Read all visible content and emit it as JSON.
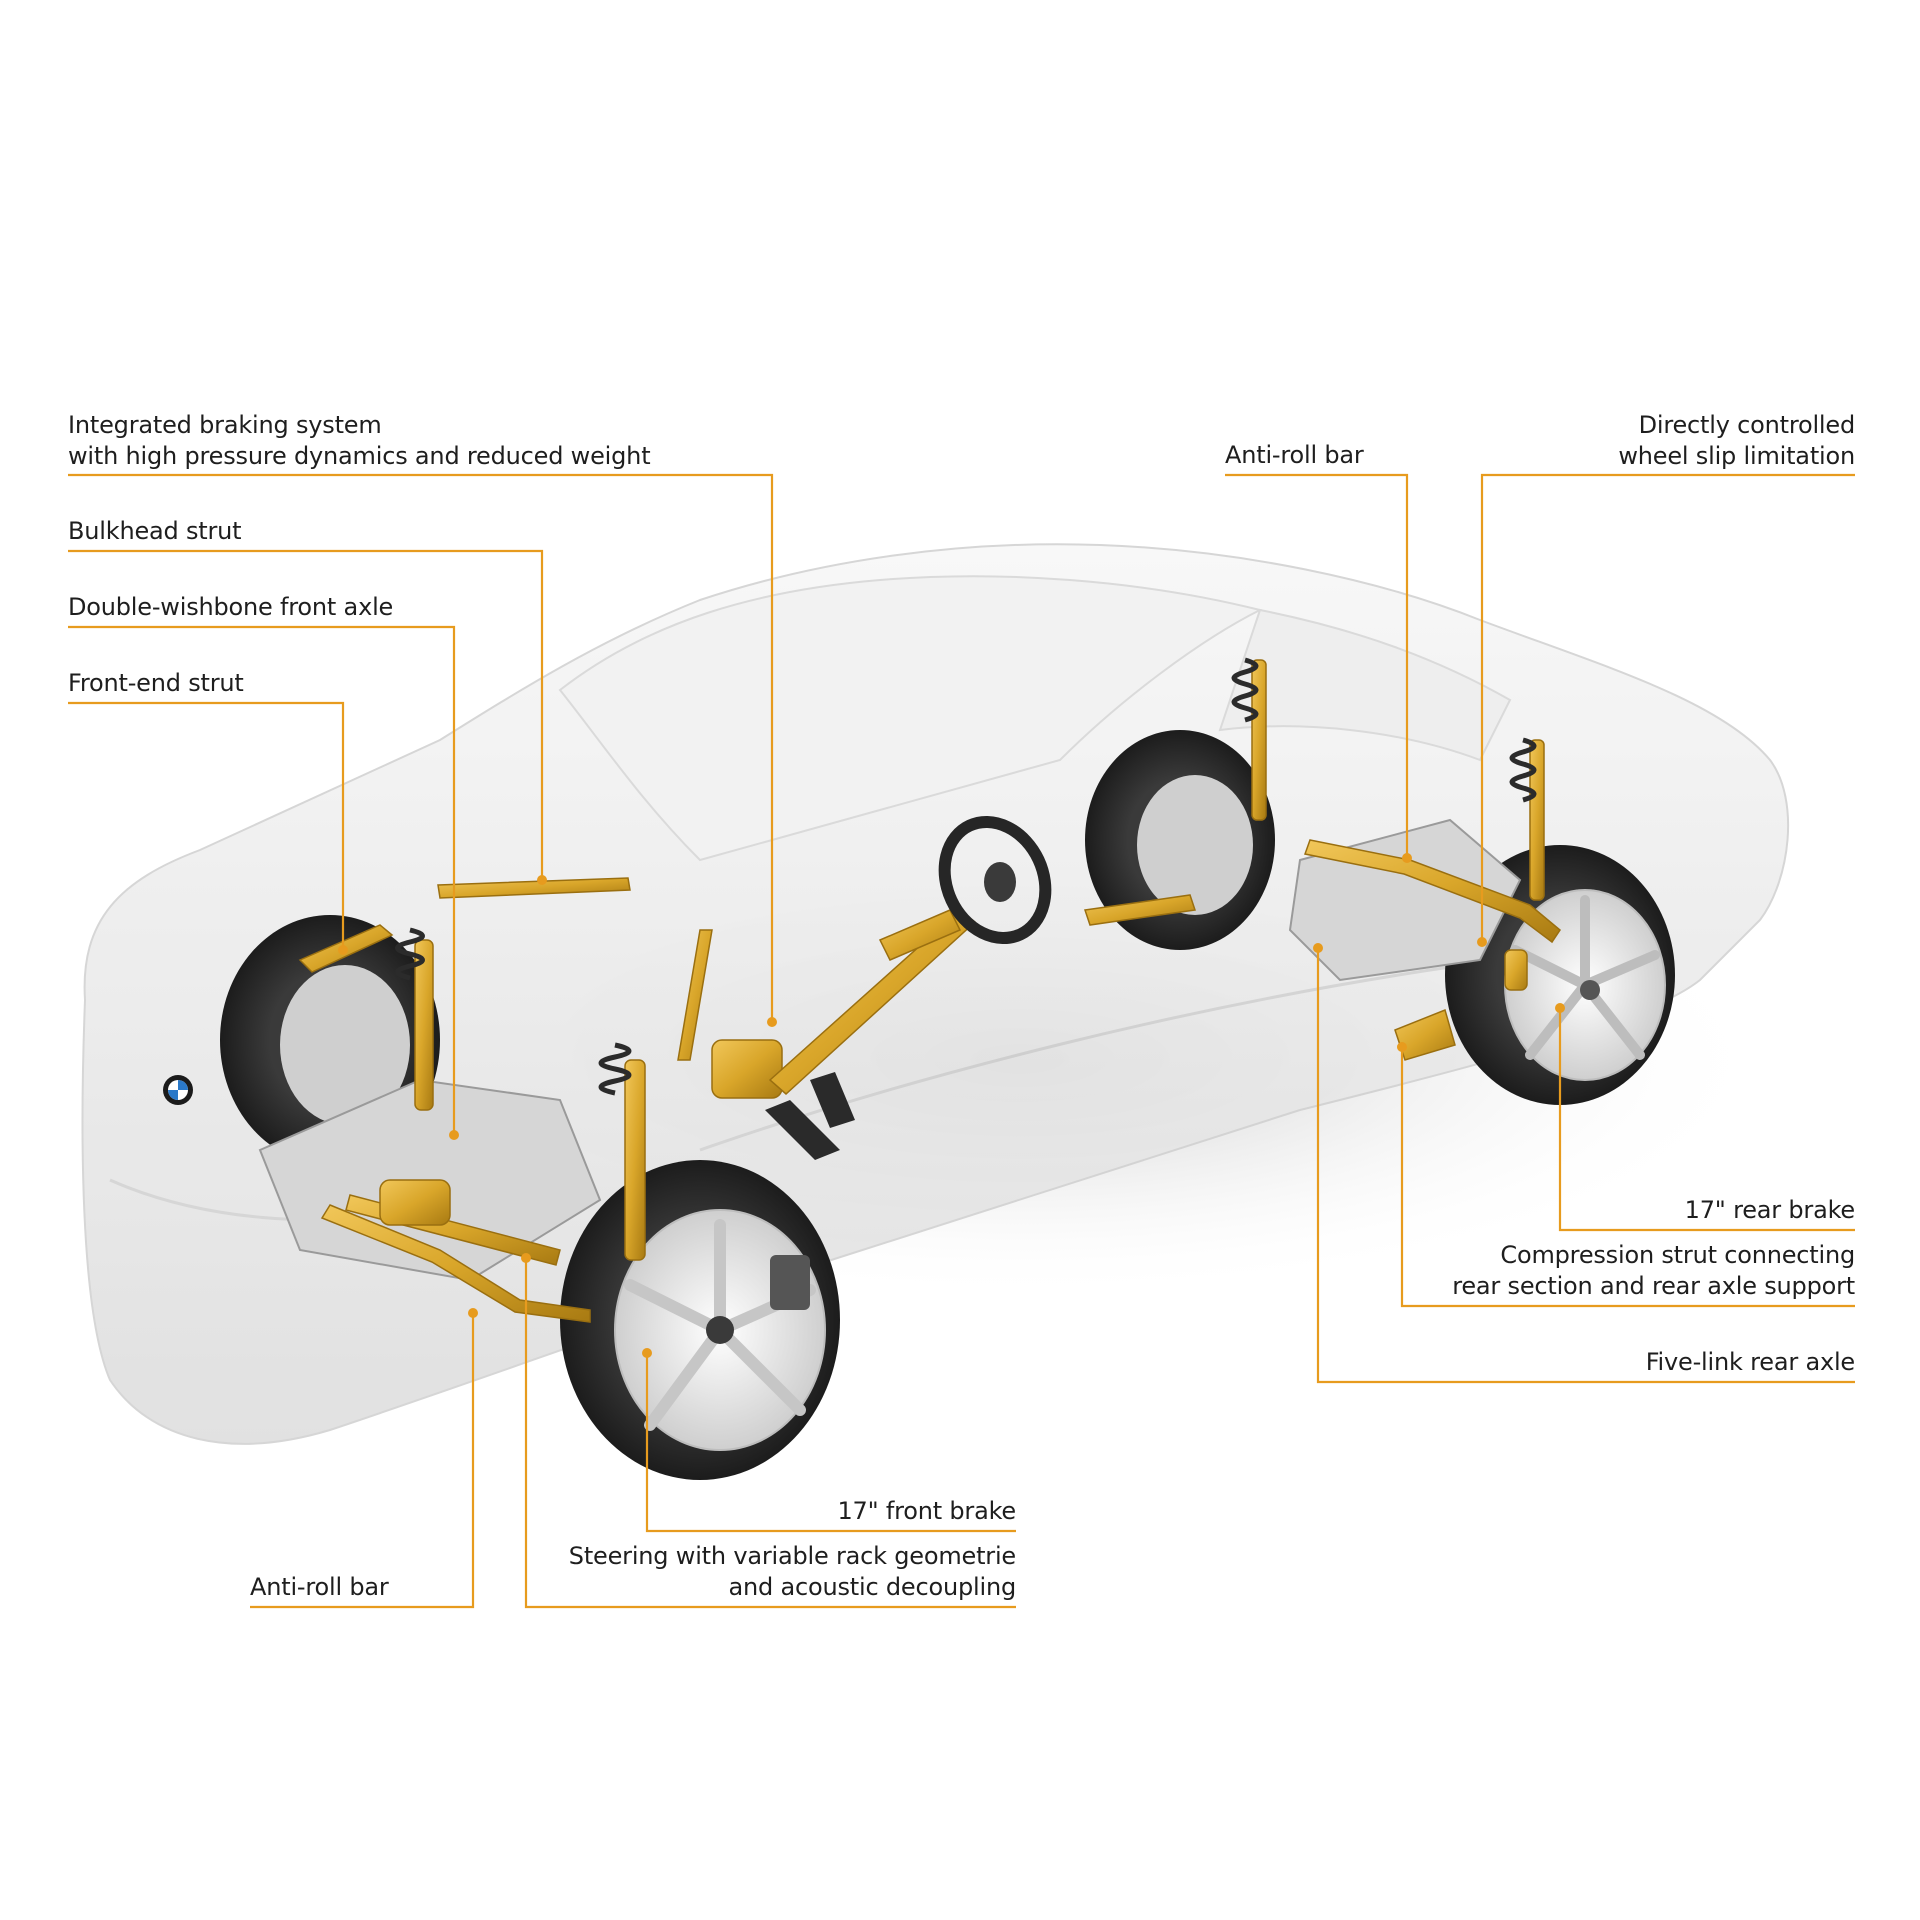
{
  "colors": {
    "background": "#ffffff",
    "leader_line": "#e79b1e",
    "component_gold": "#d9a62a",
    "car_body": "#e9e9e9",
    "text": "#1e1e1e"
  },
  "callouts": {
    "integrated_braking": {
      "line1": "Integrated braking system",
      "line2": "with high pressure dynamics and reduced weight"
    },
    "bulkhead_strut": {
      "line1": "Bulkhead strut"
    },
    "double_wishbone": {
      "line1": "Double-wishbone front axle"
    },
    "front_end_strut": {
      "line1": "Front-end strut"
    },
    "rear_anti_roll_bar": {
      "line1": "Anti-roll bar"
    },
    "wheel_slip": {
      "line1": "Directly controlled",
      "line2": "wheel slip limitation"
    },
    "rear_brake": {
      "line1": "17\" rear brake"
    },
    "compression_strut": {
      "line1": "Compression strut connecting",
      "line2": "rear section and rear axle support"
    },
    "five_link": {
      "line1": "Five-link rear axle"
    },
    "front_brake": {
      "line1": "17\" front brake"
    },
    "steering": {
      "line1": "Steering with variable rack geometrie",
      "line2": "and acoustic decoupling"
    },
    "front_anti_roll_bar": {
      "line1": "Anti-roll bar"
    }
  },
  "logo_text": "BMW"
}
